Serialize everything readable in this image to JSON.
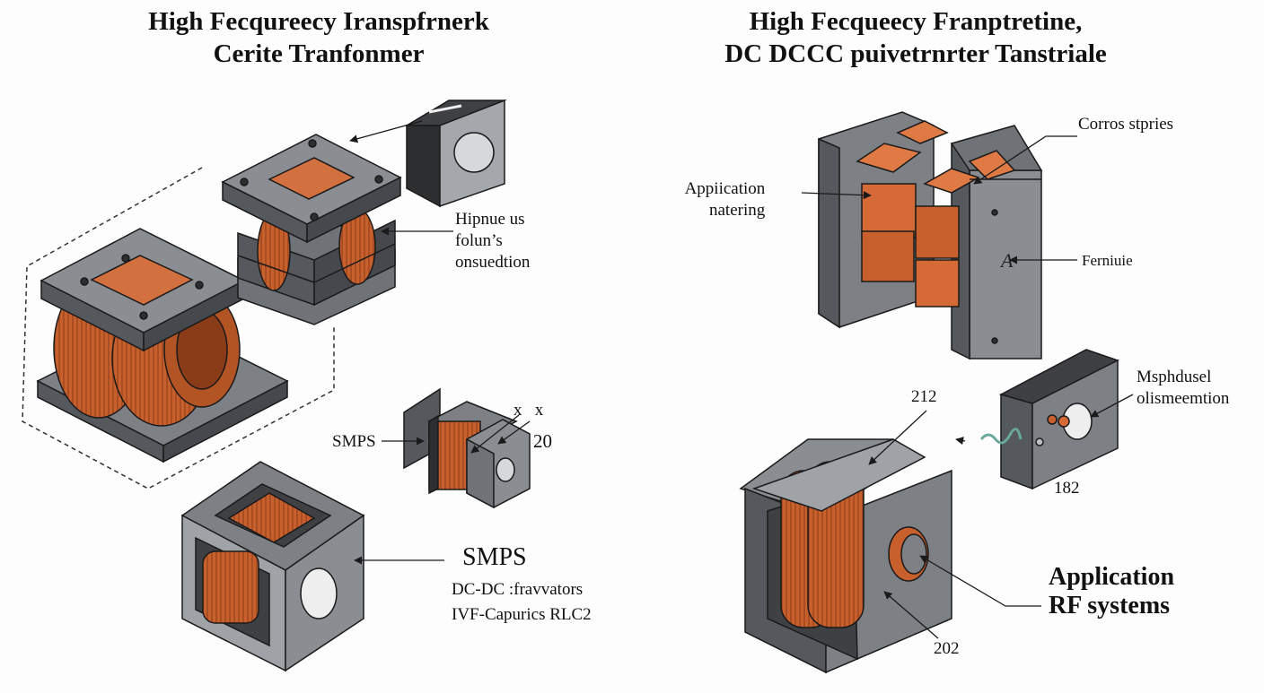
{
  "titles": {
    "left_line1": "High Fecqureecy Iranspfrnerk",
    "left_line2": "Cerite Tranfonmer",
    "right_line1": "High Fecqueecy Franptretine,",
    "right_line2": "DC DCCC  puivetrnrter  Tanstriale"
  },
  "labels": {
    "hipnue": [
      "Hipnue us",
      "folun’s",
      "onsuedtion"
    ],
    "smps_small": "SMPS",
    "x_marks": "x   x",
    "num_20": "20",
    "smps_big": "SMPS",
    "smps_sub": [
      "DC-DC :fravvators",
      "IVF-Capurics  RLC2"
    ],
    "application_natering": [
      "Appiication",
      "natering"
    ],
    "corros": "Corros stpries",
    "ferniuie": "Ferniuie",
    "num_212": "212",
    "msphduel": [
      "Msphdusel",
      "olismeemtion"
    ],
    "num_182": "182",
    "application_rf": [
      "Application",
      "RF systems"
    ],
    "num_202": "202",
    "glyph": "A"
  },
  "colors": {
    "core_dark": "#55585c",
    "core_mid": "#7d8085",
    "core_light": "#a4a7ab",
    "copper": "#c8602e",
    "copper_light": "#e8875a",
    "copper_dark": "#8a3b18",
    "line": "#1a1a1a"
  }
}
